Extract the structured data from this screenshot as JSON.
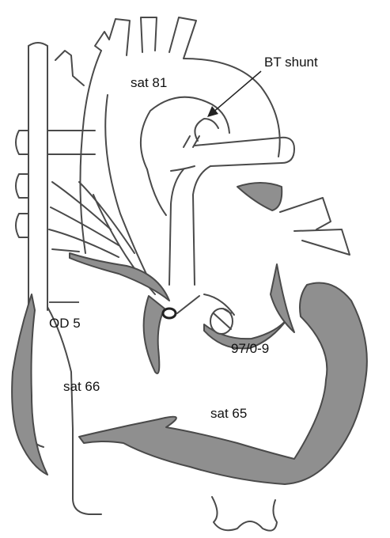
{
  "labels": {
    "bt_shunt": "BT shunt",
    "aorta_sat": "sat 81",
    "od": "OD 5",
    "ra_sat": "sat 66",
    "pressure": "97/0-9",
    "lv_sat": "sat 65"
  },
  "colors": {
    "outline": "#4a4a4a",
    "wall_fill": "#8f8f8f",
    "background": "#ffffff"
  }
}
